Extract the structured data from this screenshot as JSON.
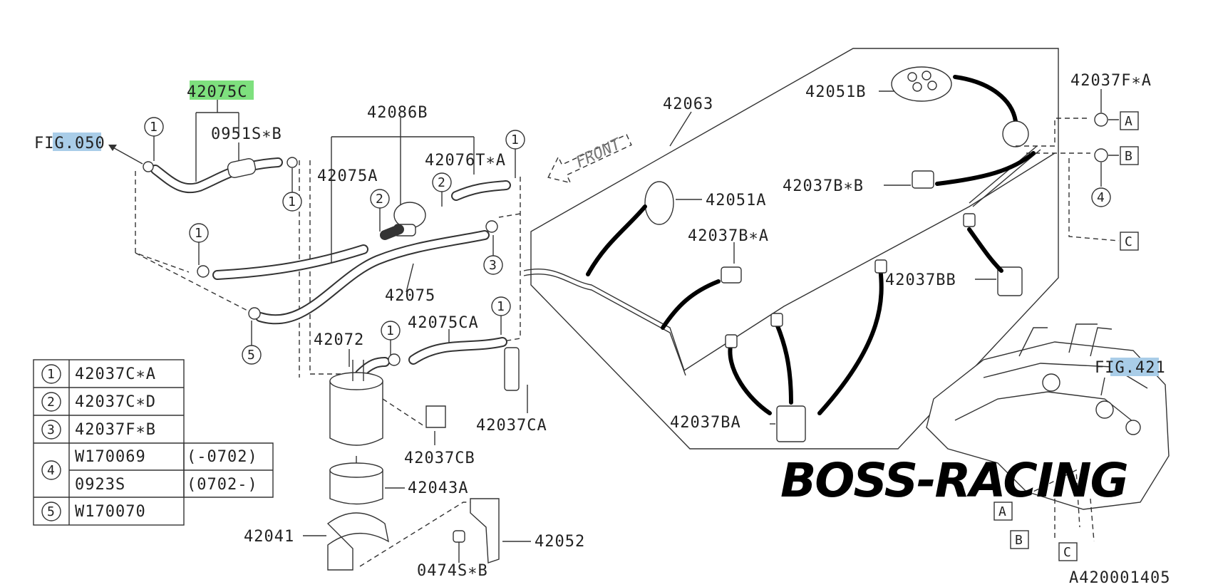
{
  "labels": {
    "p42075C": "42075C",
    "p0951SB": "0951S∗B",
    "fig050": "FIG.050",
    "p42086B": "42086B",
    "p42076TA": "42076T∗A",
    "p42075A": "42075A",
    "p42075": "42075",
    "p42072": "42072",
    "p42075CA": "42075CA",
    "p42037CA": "42037CA",
    "p42037CB": "42037CB",
    "p42043A": "42043A",
    "p42041": "42041",
    "p42052": "42052",
    "p0474SB": "0474S∗B",
    "p42063": "42063",
    "front": "FRONT",
    "p42051B": "42051B",
    "p42051A": "42051A",
    "p42037BB_star": "42037B∗B",
    "p42037BA_star": "42037B∗A",
    "p42037BB": "42037BB",
    "p42037BA": "42037BA",
    "p42037FA": "42037F∗A",
    "fig421": "FIG.421",
    "diagram_id": "A420001405"
  },
  "callouts": {
    "c1": "1",
    "c2": "2",
    "c3": "3",
    "c4": "4",
    "c5": "5"
  },
  "boxes": {
    "A": "A",
    "B": "B",
    "C": "C"
  },
  "legend": [
    {
      "num": "1",
      "part": "42037C∗A"
    },
    {
      "num": "2",
      "part": "42037C∗D"
    },
    {
      "num": "3",
      "part": "42037F∗B"
    },
    {
      "num": "4",
      "part": "W170069",
      "range": "(-0702)"
    },
    {
      "num": "4",
      "part": "0923S",
      "range": "(0702-)"
    },
    {
      "num": "5",
      "part": "W170070"
    }
  ],
  "watermark": "BOSS-RACING",
  "colors": {
    "highlight_part": "#7ee07e",
    "highlight_fig": "#a9cde8"
  }
}
